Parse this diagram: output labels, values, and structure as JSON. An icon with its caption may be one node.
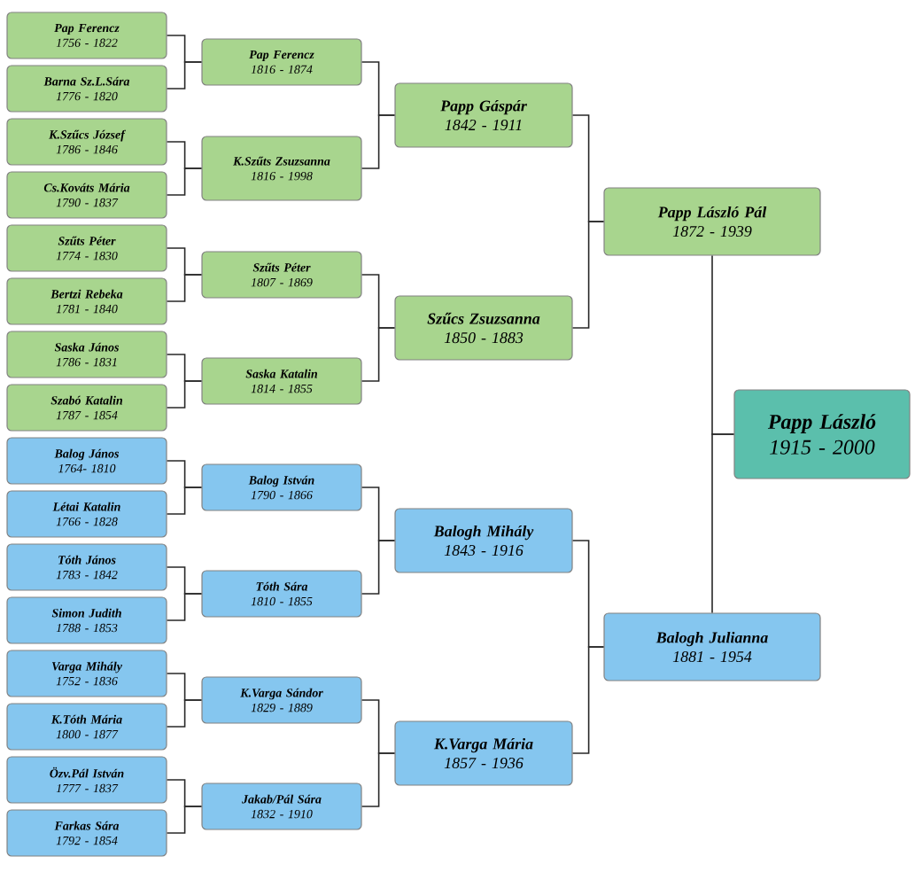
{
  "diagram": {
    "nodes": [
      {
        "text": [
          "Pap Ferencz",
          "1756 - 1822"
        ]
      },
      {
        "text": [
          "Barna Sz.L.Sára",
          "1776 - 1820"
        ]
      },
      {
        "text": [
          "K.Szűcs József",
          "1786 - 1846"
        ]
      },
      {
        "text": [
          "Cs.Kováts Mária",
          "1790 - 1837"
        ]
      },
      {
        "text": [
          "Szűts Péter",
          "1774 - 1830"
        ]
      },
      {
        "text": [
          "Bertzi Rebeka",
          "1781 - 1840"
        ]
      },
      {
        "text": [
          "Saska János",
          "1786 - 1831"
        ]
      },
      {
        "text": [
          "Szabó Katalin",
          "1787 - 1854"
        ]
      },
      {
        "text": [
          "Balog János",
          "1764- 1810"
        ]
      },
      {
        "text": [
          "Létai Katalin",
          "1766 - 1828"
        ]
      },
      {
        "text": [
          "Tóth János",
          "1783 - 1842"
        ]
      },
      {
        "text": [
          "Simon Judith",
          "1788 - 1853"
        ]
      },
      {
        "text": [
          "Varga Mihály",
          "1752 - 1836"
        ]
      },
      {
        "text": [
          "K.Tóth Mária",
          "1800 - 1877"
        ]
      },
      {
        "text": [
          "Özv.Pál István",
          "1777 - 1837"
        ]
      },
      {
        "text": [
          "Farkas Sára",
          "1792 - 1854"
        ]
      },
      {
        "text": [
          "Pap Ferencz",
          "1816 - 1874"
        ]
      },
      {
        "text": [
          "K.Szűts Zsuzsanna",
          "1816 - 1998"
        ]
      },
      {
        "text": [
          "Szűts Péter",
          "1807 - 1869"
        ]
      },
      {
        "text": [
          "Saska Katalin",
          "1814 - 1855"
        ]
      },
      {
        "text": [
          "Balog István",
          "1790 - 1866"
        ]
      },
      {
        "text": [
          "Tóth Sára",
          "1810 - 1855"
        ]
      },
      {
        "text": [
          "K.Varga Sándor",
          "1829 - 1889"
        ]
      },
      {
        "text": [
          "Jakab/Pál Sára",
          "1832 - 1910"
        ]
      },
      {
        "text": [
          "Papp Gáspár",
          "1842 - 1911"
        ]
      },
      {
        "text": [
          "Szűcs Zsuzsanna",
          "1850 - 1883"
        ]
      },
      {
        "text": [
          "Balogh Mihály",
          "1843 - 1916"
        ]
      },
      {
        "text": [
          "K.Varga Mária",
          "1857 - 1936"
        ]
      },
      {
        "text": [
          "Papp László Pál",
          "1872 - 1939"
        ]
      },
      {
        "text": [
          "Balogh Julianna",
          "1881 - 1954"
        ]
      },
      {
        "text": [
          "Papp László",
          "1915 - 2000"
        ]
      }
    ],
    "edges": [
      {
        "from": 0,
        "to": 16,
        "arrow": "none"
      },
      {
        "from": 1,
        "to": 16,
        "arrow": "none"
      },
      {
        "from": 2,
        "to": 17,
        "arrow": "none"
      },
      {
        "from": 3,
        "to": 17,
        "arrow": "none"
      },
      {
        "from": 4,
        "to": 18,
        "arrow": "none"
      },
      {
        "from": 5,
        "to": 18,
        "arrow": "none"
      },
      {
        "from": 6,
        "to": 19,
        "arrow": "none"
      },
      {
        "from": 7,
        "to": 19,
        "arrow": "none"
      },
      {
        "from": 8,
        "to": 20,
        "arrow": "none"
      },
      {
        "from": 9,
        "to": 20,
        "arrow": "none"
      },
      {
        "from": 10,
        "to": 21,
        "arrow": "none"
      },
      {
        "from": 11,
        "to": 21,
        "arrow": "none"
      },
      {
        "from": 12,
        "to": 22,
        "arrow": "none"
      },
      {
        "from": 13,
        "to": 22,
        "arrow": "none"
      },
      {
        "from": 14,
        "to": 23,
        "arrow": "none"
      },
      {
        "from": 15,
        "to": 23,
        "arrow": "none"
      },
      {
        "from": 16,
        "to": 24,
        "arrow": "none"
      },
      {
        "from": 17,
        "to": 24,
        "arrow": "none"
      },
      {
        "from": 18,
        "to": 25,
        "arrow": "none"
      },
      {
        "from": 19,
        "to": 25,
        "arrow": "none"
      },
      {
        "from": 20,
        "to": 26,
        "arrow": "none"
      },
      {
        "from": 21,
        "to": 26,
        "arrow": "none"
      },
      {
        "from": 22,
        "to": 27,
        "arrow": "none"
      },
      {
        "from": 23,
        "to": 27,
        "arrow": "none"
      },
      {
        "from": 24,
        "to": 28,
        "arrow": "none"
      },
      {
        "from": 25,
        "to": 28,
        "arrow": "none"
      },
      {
        "from": 26,
        "to": 29,
        "arrow": "none"
      },
      {
        "from": 27,
        "to": 29,
        "arrow": "none"
      },
      {
        "from": 28,
        "to": 30,
        "arrow": "none"
      },
      {
        "from": 29,
        "to": 30,
        "arrow": "none"
      }
    ]
  }
}
